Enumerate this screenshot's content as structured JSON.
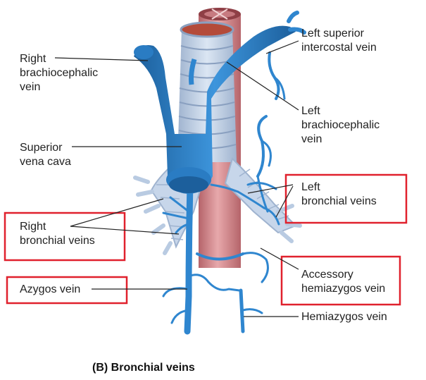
{
  "labels": {
    "right_brachiocephalic_vein": "Right\nbrachiocephalic\nvein",
    "superior_vena_cava": "Superior\nvena cava",
    "right_bronchial_veins": "Right\nbronchial veins",
    "azygos_vein": "Azygos vein",
    "left_superior_intercostal_vein": "Left superior\nintercostal vein",
    "left_brachiocephalic_vein": "Left\nbrachiocephalic\nvein",
    "left_bronchial_veins": "Left\nbronchial veins",
    "accessory_hemiazygos_vein": "Accessory\nhemiazygos vein",
    "hemiazygos_vein": "Hemiazygos vein"
  },
  "caption": "(B) Bronchial veins",
  "colors": {
    "vein": "#2f86cf",
    "vein_light": "#5aa9e6",
    "vein_dark": "#1c5f9c",
    "trachea": "#c7d6ea",
    "trachea_ring": "#9fb3cf",
    "esophagus": "#d88e92",
    "esophagus_dark": "#b5646a",
    "highlight_box": "#e0212d",
    "leader_line": "#222222"
  }
}
